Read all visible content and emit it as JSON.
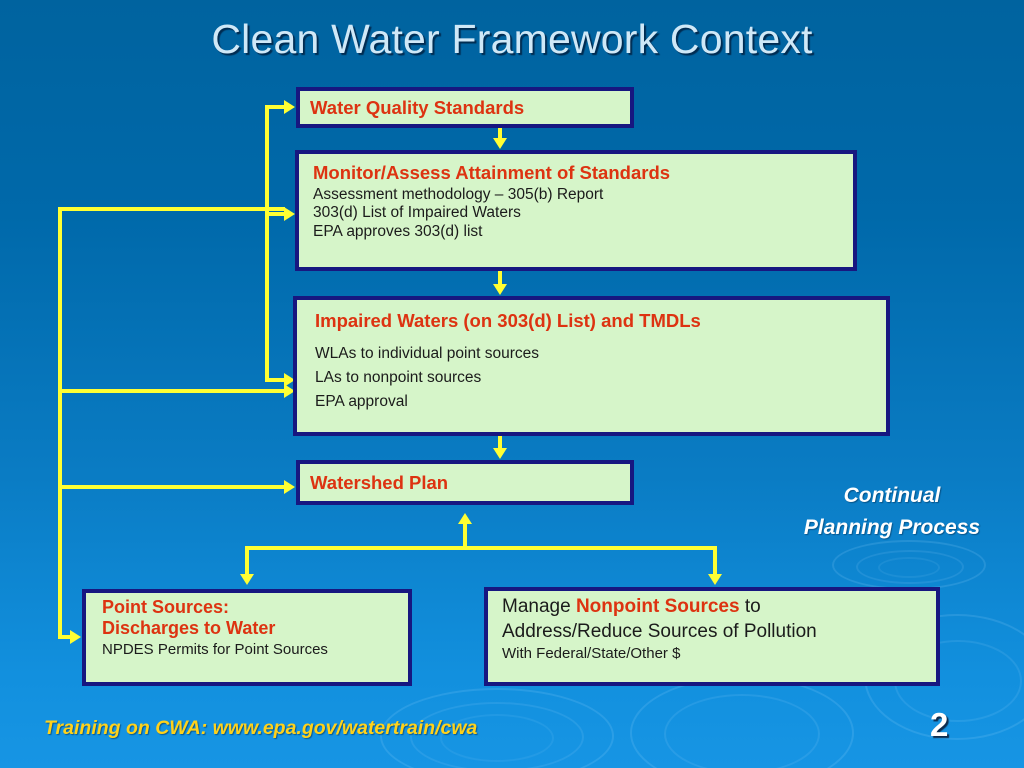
{
  "slide": {
    "title": "Clean Water Framework Context",
    "background_color": "#0069aa",
    "accent_yellow": "#ffff33",
    "box_fill": "#d6f5c9",
    "box_border": "#171780",
    "heading_red": "#dd3311"
  },
  "boxes": {
    "water_quality_standards": {
      "heading": "Water Quality Standards",
      "lines": []
    },
    "monitor_assess": {
      "heading": "Monitor/Assess Attainment of Standards",
      "lines": [
        "Assessment methodology – 305(b) Report",
        "303(d) List of Impaired Waters",
        "EPA approves 303(d) list"
      ]
    },
    "impaired_waters": {
      "heading": "Impaired Waters (on 303(d) List) and TMDLs",
      "lines": [
        "WLAs to individual point sources",
        "LAs to nonpoint sources",
        "EPA approval"
      ]
    },
    "watershed_plan": {
      "heading": "Watershed Plan",
      "lines": []
    },
    "point_sources": {
      "heading_line1": "Point Sources:",
      "heading_line2": "Discharges to Water",
      "subtext": "NPDES Permits for Point Sources"
    },
    "nonpoint_sources": {
      "text_part1": "Manage ",
      "text_emphasis": "Nonpoint Sources",
      "text_part2": " to",
      "text_line2": "Address/Reduce Sources of Pollution",
      "subtext": "With Federal/State/Other $"
    }
  },
  "annotations": {
    "continual_planning_line1": "Continual",
    "continual_planning_line2": "Planning Process"
  },
  "footer": {
    "training_text": "Training on CWA: www.epa.gov/watertrain/cwa",
    "page_number": "2"
  }
}
